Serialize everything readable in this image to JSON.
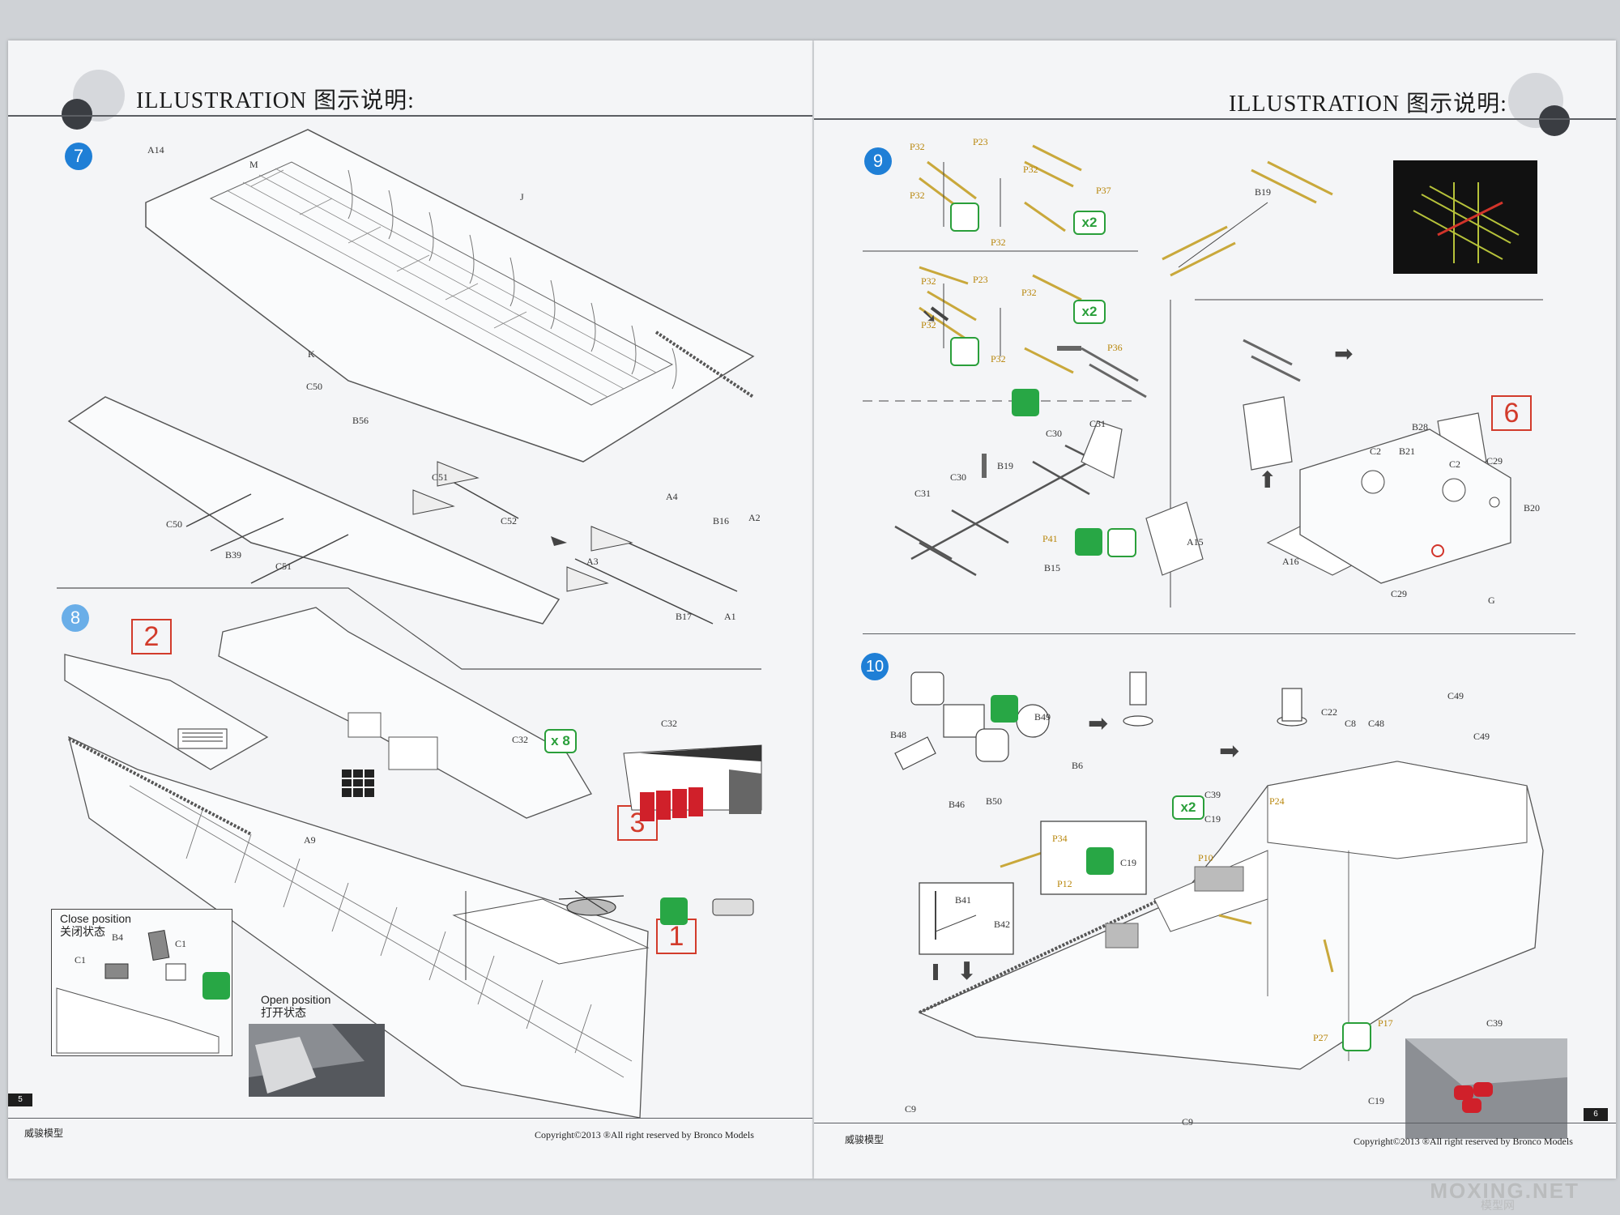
{
  "header": {
    "left_title": "ILLUSTRATION 图示说明:",
    "right_title": "ILLUSTRATION 图示说明:"
  },
  "steps": {
    "s7": "7",
    "s8": "8",
    "s9": "9",
    "s10": "10"
  },
  "step7_labels": {
    "A14": "A14",
    "M": "M",
    "J": "J",
    "K": "K",
    "C50a": "C50",
    "C50b": "C50",
    "B56": "B56",
    "C51a": "C51",
    "C51b": "C51",
    "B39": "B39",
    "C52": "C52",
    "A4": "A4",
    "A3": "A3",
    "B16": "B16",
    "A2": "A2",
    "B17": "B17",
    "A1": "A1"
  },
  "step8": {
    "redbox1": "1",
    "redbox2": "2",
    "redbox3": "3",
    "C32": "C32",
    "C32b": "C32",
    "x8": "x 8",
    "A9": "A9",
    "close_en": "Close position",
    "close_cn": "关闭状态",
    "open_en": "Open position",
    "open_cn": "打开状态",
    "B4": "B4",
    "C1a": "C1",
    "C1b": "C1"
  },
  "step9_labels": {
    "P32a": "P32",
    "P23a": "P23",
    "P32b": "P32",
    "P37": "P37",
    "P32c": "P32",
    "P32d": "P32",
    "x2a": "x2",
    "P32e": "P32",
    "P23b": "P23",
    "P32f": "P32",
    "P32g": "P32",
    "P36": "P36",
    "P32h": "P32",
    "x2b": "x2",
    "B19a": "B19",
    "C31a": "C31",
    "C30a": "C30",
    "C30b": "C30",
    "B19b": "B19",
    "C31b": "C31",
    "P41": "P41",
    "B15": "B15",
    "redbox6": "6",
    "B28": "B28",
    "C2a": "C2",
    "B21": "B21",
    "C2b": "C2",
    "C29a": "C29",
    "B20": "B20",
    "A15": "A15",
    "A16": "A16",
    "C29b": "C29",
    "G": "G"
  },
  "step10_labels": {
    "B48": "B48",
    "B49": "B49",
    "B46": "B46",
    "B50": "B50",
    "B6": "B6",
    "C22": "C22",
    "C8": "C8",
    "C48": "C48",
    "C49a": "C49",
    "C49b": "C49",
    "C39a": "C39",
    "C19a": "C19",
    "x2": "x2",
    "P24": "P24",
    "P34": "P34",
    "P12": "P12",
    "C19b": "C19",
    "P10": "P10",
    "B41": "B41",
    "B42": "B42",
    "P27": "P27",
    "P17": "P17",
    "C39b": "C39",
    "C19c": "C19",
    "C9a": "C9",
    "C9b": "C9"
  },
  "footer": {
    "left_brand": "威骏模型",
    "left_copyright": "Copyright©2013 ®All right reserved by Bronco Models",
    "left_page": "5",
    "right_brand": "威骏模型",
    "right_copyright": "Copyright©2013 ®All right reserved by Bronco Models",
    "right_page": "6",
    "watermark": "MOXING.NET",
    "watermark_sub": "模型网"
  },
  "colors": {
    "step_badge": "#1f7fd6",
    "redbox": "#d23b2b",
    "pe_label": "#b8860b",
    "green_icon": "#28a745"
  }
}
